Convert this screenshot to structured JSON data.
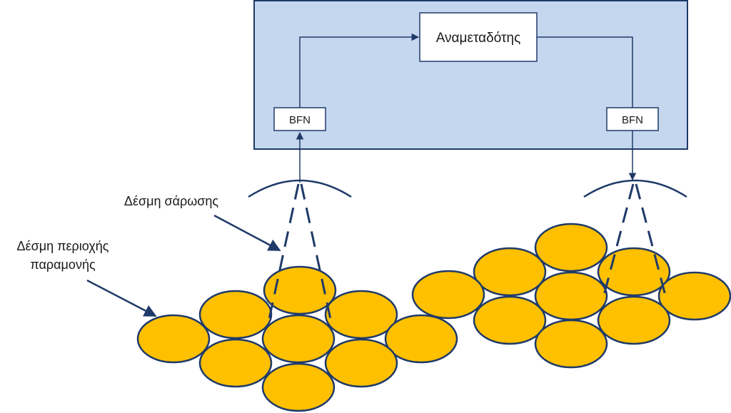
{
  "diagram": {
    "relay_label": "Αναμεταδότης",
    "bfn_left_label": "BFN",
    "bfn_right_label": "BFN",
    "scan_beam_label": "Δέσμη σάρωσης",
    "dwell_beam_label_line1": "Δέσμη περιοχής",
    "dwell_beam_label_line2": "παραμονής"
  },
  "colors": {
    "payload_fill": "#c5d7ef",
    "payload_stroke": "#1f3a68",
    "cell_fill": "#ffc000",
    "cell_stroke": "#1f3a68",
    "line": "#1f3a68"
  }
}
